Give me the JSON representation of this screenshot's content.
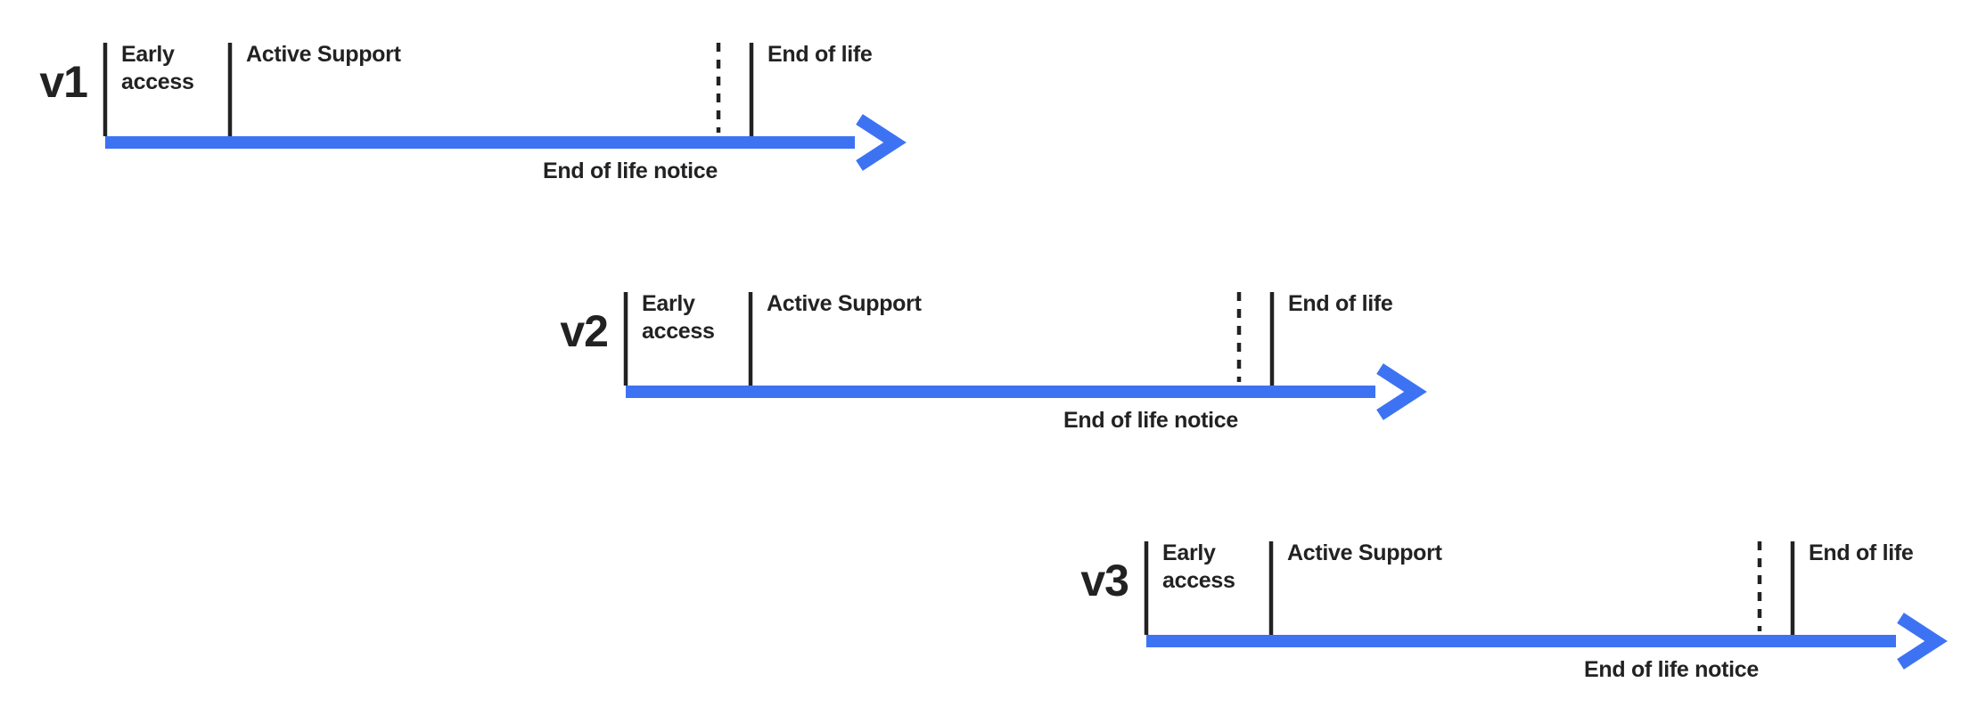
{
  "diagram": {
    "title": "version-lifecycle-timelines",
    "colors": {
      "arrow_blue": "#3D73F3",
      "line_ink": "#222222",
      "background": "#FFFFFF"
    },
    "timelines": [
      {
        "version": "v1",
        "phases": {
          "early_access": "Early access",
          "active_support": "Active Support",
          "end_of_life": "End of life"
        },
        "notice": "End of life notice"
      },
      {
        "version": "v2",
        "phases": {
          "early_access": "Early access",
          "active_support": "Active Support",
          "end_of_life": "End of life"
        },
        "notice": "End of life notice"
      },
      {
        "version": "v3",
        "phases": {
          "early_access": "Early access",
          "active_support": "Active Support",
          "end_of_life": "End of life"
        },
        "notice": "End of life notice"
      }
    ]
  }
}
